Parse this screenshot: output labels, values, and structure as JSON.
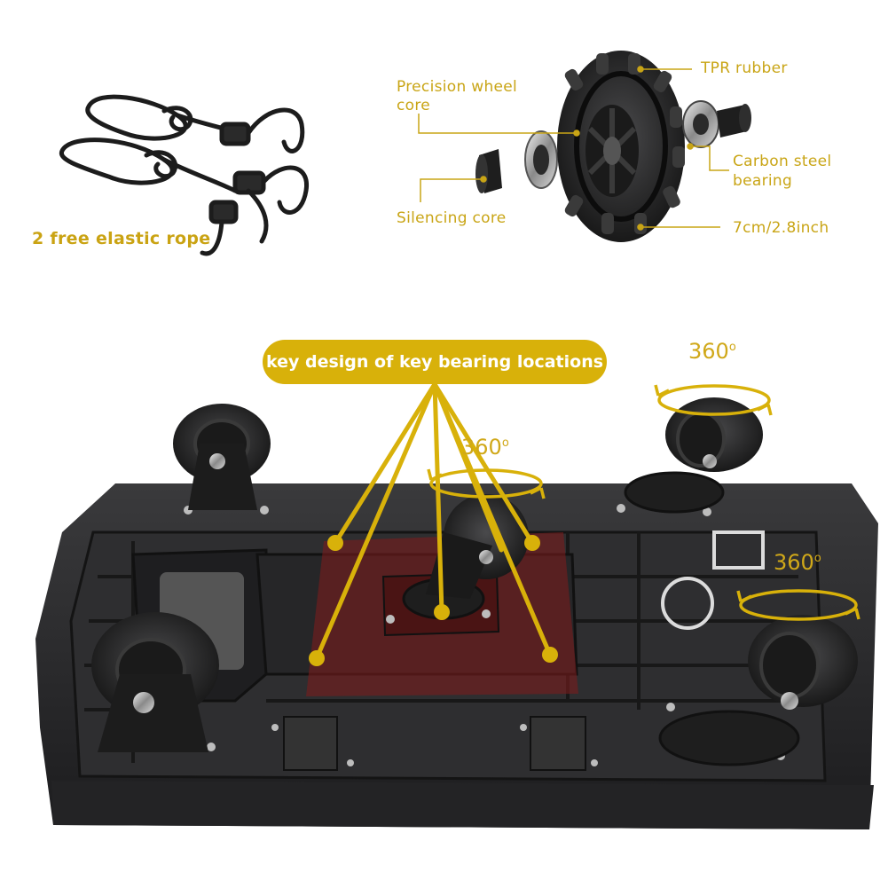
{
  "labels": {
    "rope": "2 free elastic rope",
    "precision_line1": "Precision wheel",
    "precision_line2": "core",
    "tpr": "TPR rubber",
    "carbon_line1": "Carbon steel",
    "carbon_line2": "bearing",
    "silencing": "Silencing core",
    "size": "7cm/2.8inch",
    "key_design": "key design of key bearing locations",
    "rotation_value": "360",
    "rotation_unit": "o"
  },
  "colors": {
    "accent": "#d8b10a",
    "label_text": "#c9a516",
    "cart_body": "#2b2b2d",
    "highlight_zone": "#7a1d1d"
  },
  "icons": [
    "elastic-rope-icon",
    "wheel-assembly-icon",
    "caster-wheel-icon",
    "rotation-arrow-icon"
  ]
}
